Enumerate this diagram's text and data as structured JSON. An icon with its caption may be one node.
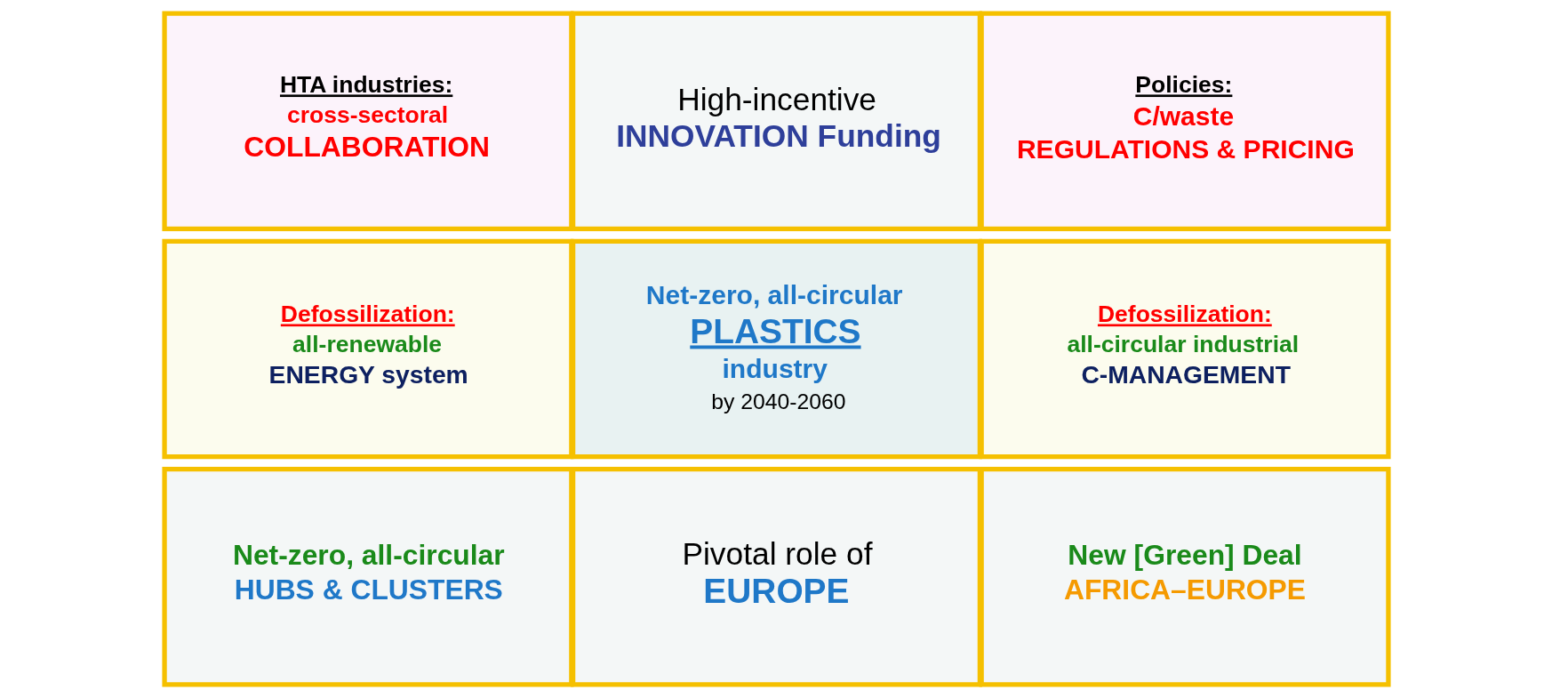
{
  "diagram": {
    "nodes": [
      {
        "text": [
          "HTA industries:",
          "cross-sectoral",
          "COLLABORATION"
        ]
      },
      {
        "text": [
          "High-incentive",
          "INNOVATION Funding"
        ]
      },
      {
        "text": [
          "Policies:",
          "C/waste",
          "REGULATIONS & PRICING"
        ]
      },
      {
        "text": [
          "Defossilization:",
          "all-renewable",
          "ENERGY system"
        ]
      },
      {
        "text": [
          "Net-zero, all-circular",
          "PLASTICS",
          "industry",
          "by 2040-2060"
        ]
      },
      {
        "text": [
          "Defossilization:",
          "all-circular industrial",
          "C-MANAGEMENT"
        ]
      },
      {
        "text": [
          "Net-zero, all-circular",
          "HUBS & CLUSTERS"
        ]
      },
      {
        "text": [
          "Pivotal role of",
          "EUROPE"
        ]
      },
      {
        "text": [
          "New [Green] Deal",
          "AFRICA–EUROPE"
        ]
      }
    ]
  }
}
